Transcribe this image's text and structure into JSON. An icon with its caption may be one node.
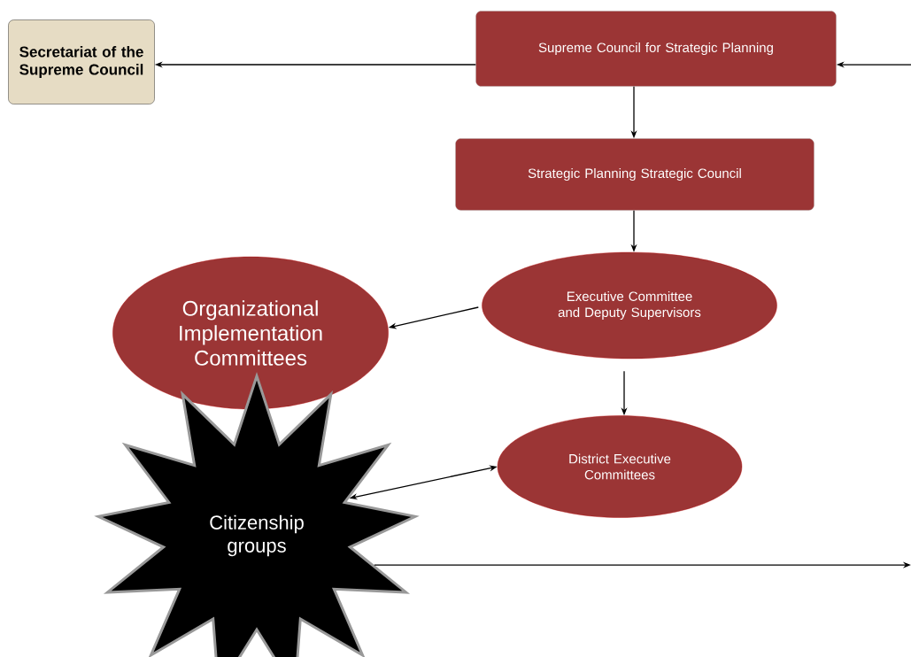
{
  "diagram": {
    "nodes": [
      {
        "text": [
          "Secretariat of the Supreme Council"
        ]
      },
      {
        "text": [
          "Supreme Council for Strategic Planning"
        ]
      },
      {
        "text": [
          "Strategic Planning Strategic Council"
        ]
      },
      {
        "text": [
          "Executive Committee and Deputy Supervisors"
        ]
      },
      {
        "text": [
          "Organizational Implementation Committees"
        ]
      },
      {
        "text": [
          "District Executive Committees"
        ]
      },
      {
        "text": [
          "Citizenship groups"
        ]
      }
    ],
    "edges": [
      {
        "from": 1,
        "to": 0,
        "arrow": "to"
      },
      {
        "from": null,
        "to": 1,
        "arrow": "to"
      },
      {
        "from": 1,
        "to": 2,
        "arrow": "to"
      },
      {
        "from": 2,
        "to": 3,
        "arrow": "to"
      },
      {
        "from": 3,
        "to": 4,
        "arrow": "to"
      },
      {
        "from": 3,
        "to": 5,
        "arrow": "to"
      },
      {
        "from": 5,
        "to": 6,
        "arrow": "both"
      },
      {
        "from": 6,
        "to": null,
        "arrow": "to"
      }
    ]
  }
}
